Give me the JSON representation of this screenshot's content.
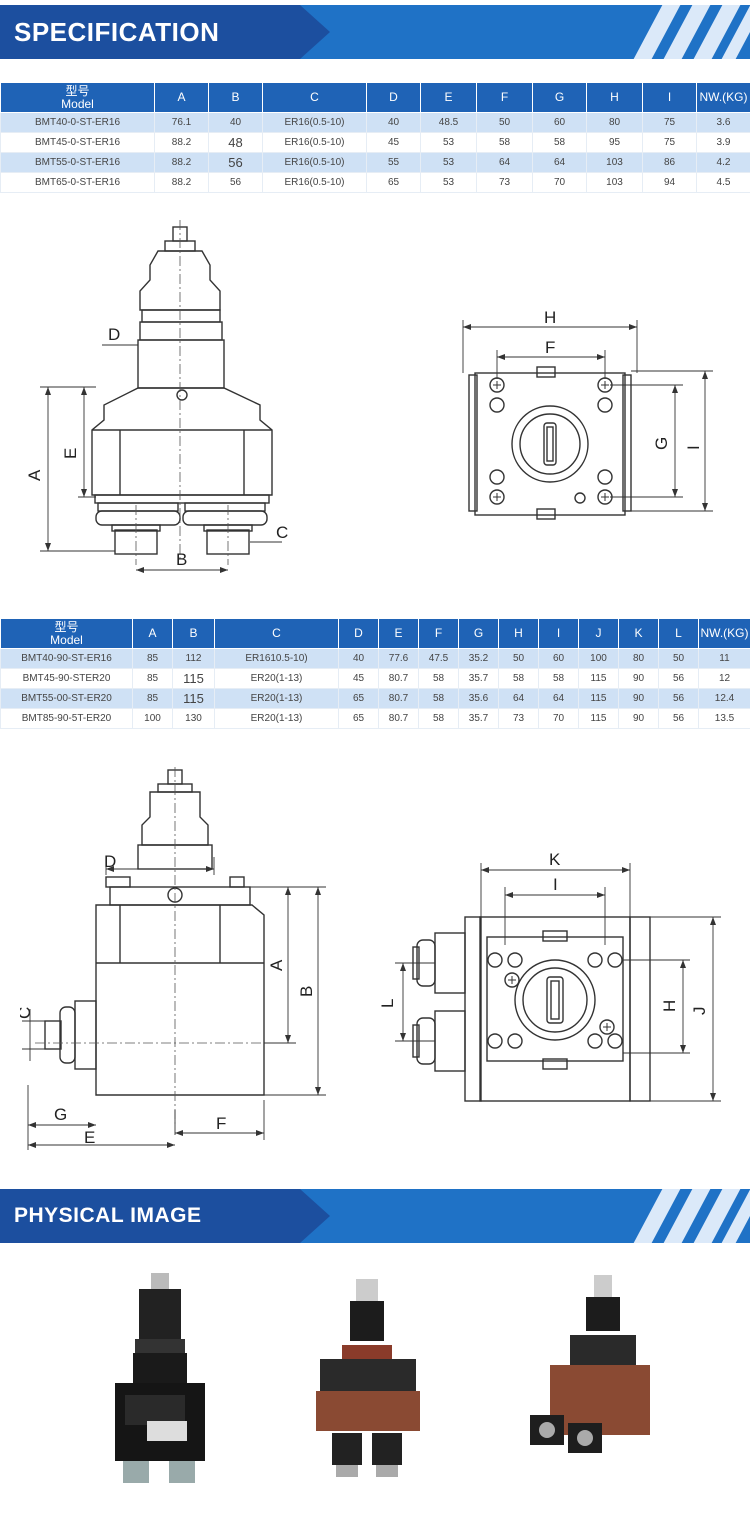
{
  "banners": {
    "spec_title": "SPECIFICATION",
    "physical_title": "PHYSICAL IMAGE",
    "colors": {
      "band": "#1f72c6",
      "dark": "#1c4f9f",
      "header": "#1f63b6",
      "row_alt": "#cfe1f5"
    }
  },
  "table1": {
    "model_cn": "型号",
    "model_en": "Model",
    "headers": [
      "A",
      "B",
      "C",
      "D",
      "E",
      "F",
      "G",
      "H",
      "I",
      "NW.(KG)"
    ],
    "rows": [
      [
        "BMT40-0-ST-ER16",
        "76.1",
        "40",
        "ER16(0.5-10)",
        "40",
        "48.5",
        "50",
        "60",
        "80",
        "75",
        "3.6"
      ],
      [
        "BMT45-0-ST-ER16",
        "88.2",
        "48",
        "ER16(0.5-10)",
        "45",
        "53",
        "58",
        "58",
        "95",
        "75",
        "3.9"
      ],
      [
        "BMT55-0-ST-ER16",
        "88.2",
        "56",
        "ER16(0.5-10)",
        "55",
        "53",
        "64",
        "64",
        "103",
        "86",
        "4.2"
      ],
      [
        "BMT65-0-ST-ER16",
        "88.2",
        "56",
        "ER16(0.5-10)",
        "65",
        "53",
        "73",
        "70",
        "103",
        "94",
        "4.5"
      ]
    ]
  },
  "table2": {
    "model_cn": "型号",
    "model_en": "Model",
    "headers": [
      "A",
      "B",
      "C",
      "D",
      "E",
      "F",
      "G",
      "H",
      "I",
      "J",
      "K",
      "L",
      "NW.(KG)"
    ],
    "rows": [
      [
        "BMT40-90-ST-ER16",
        "85",
        "112",
        "ER1610.5-10)",
        "40",
        "77.6",
        "47.5",
        "35.2",
        "50",
        "60",
        "100",
        "80",
        "50",
        "11"
      ],
      [
        "BMT45-90-STER20",
        "85",
        "115",
        "ER20(1-13)",
        "45",
        "80.7",
        "58",
        "35.7",
        "58",
        "58",
        "115",
        "90",
        "56",
        "12"
      ],
      [
        "BMT55-00-ST-ER20",
        "85",
        "115",
        "ER20(1-13)",
        "65",
        "80.7",
        "58",
        "35.6",
        "64",
        "64",
        "115",
        "90",
        "56",
        "12.4"
      ],
      [
        "BMT85-90-5T-ER20",
        "100",
        "130",
        "ER20(1-13)",
        "65",
        "80.7",
        "58",
        "35.7",
        "73",
        "70",
        "115",
        "90",
        "56",
        "13.5"
      ]
    ]
  },
  "drawing1": {
    "side_labels": [
      "D",
      "E",
      "A",
      "C",
      "B"
    ],
    "top_labels": [
      "H",
      "F",
      "G",
      "I"
    ]
  },
  "drawing2": {
    "side_labels": [
      "D",
      "A",
      "B",
      "C",
      "G",
      "E",
      "F"
    ],
    "top_labels": [
      "K",
      "I",
      "L",
      "H",
      "J"
    ]
  }
}
